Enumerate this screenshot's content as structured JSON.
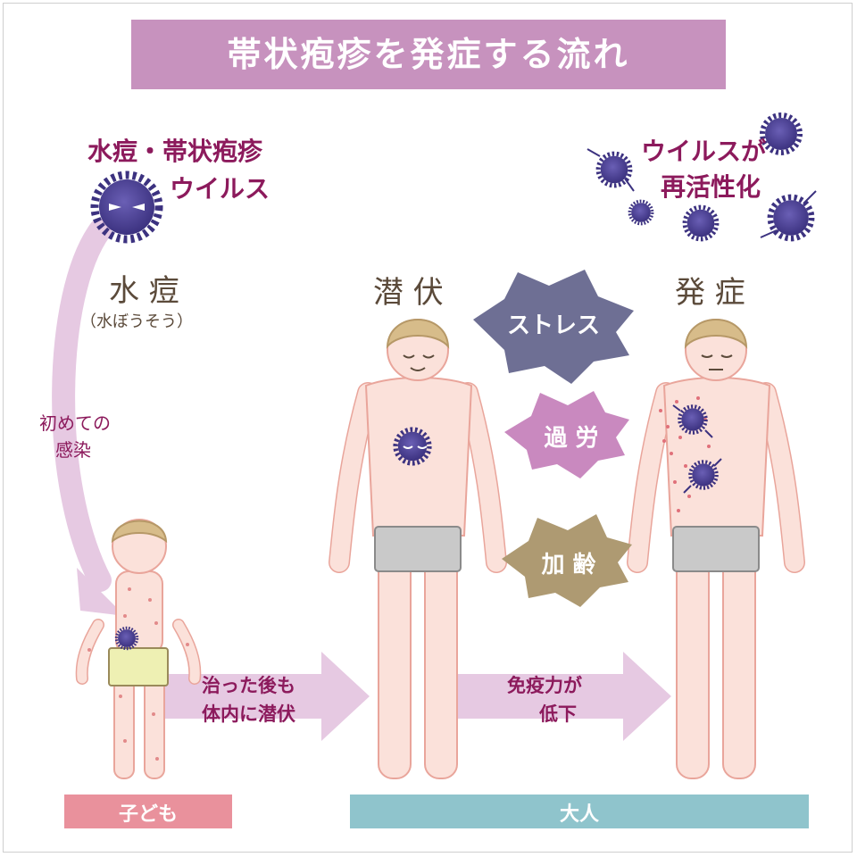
{
  "title": "帯状疱疹を発症する流れ",
  "virus_label": [
    "水痘・帯状疱疹",
    "ウイルス"
  ],
  "reactivation_label": [
    "ウイルスが",
    "再活性化"
  ],
  "stage_chickenpox": "水 痘",
  "stage_chickenpox_reading": "（水ぼうそう）",
  "stage_latent": "潜 伏",
  "stage_onset": "発 症",
  "first_infection": [
    "初めての",
    "感染"
  ],
  "arrow_latent": [
    "治った後も",
    "体内に潜伏"
  ],
  "arrow_immunity": [
    "免疫力が",
    "低下"
  ],
  "triggers": [
    {
      "label": "ストレス",
      "color": "#6e6f94"
    },
    {
      "label": "過 労",
      "color": "#c989bf"
    },
    {
      "label": "加 齢",
      "color": "#ae9a72"
    }
  ],
  "age_child": "子ども",
  "age_adult": "大人",
  "colors": {
    "title_bg": "#c792be",
    "virus": "#4a3f8f",
    "arrow": "#e6c9e2",
    "child_bar": "#e9919c",
    "adult_bar": "#8fc4cc",
    "skin": "#fbe1da",
    "underwear_adult": "#c9c9c9",
    "underwear_child": "#eef0b3"
  }
}
